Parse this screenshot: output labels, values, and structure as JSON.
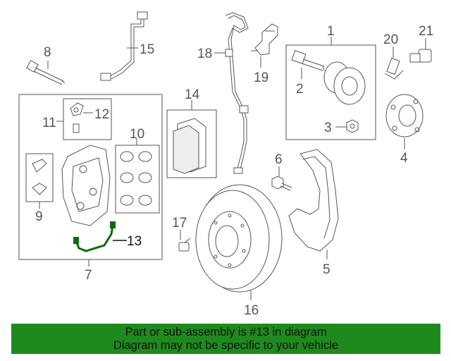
{
  "diagram": {
    "callouts": {
      "c1": "1",
      "c2": "2",
      "c3": "3",
      "c4": "4",
      "c5": "5",
      "c6": "6",
      "c7": "7",
      "c8": "8",
      "c9": "9",
      "c10": "10",
      "c11": "11",
      "c12": "12",
      "c13": "13",
      "c14": "14",
      "c15": "15",
      "c16": "16",
      "c17": "17",
      "c18": "18",
      "c19": "19",
      "c20": "20",
      "c21": "21"
    },
    "highlight_color": "#0d6b0d"
  },
  "banner": {
    "line1": "Part or sub-assembly is #13 in diagram",
    "line2": "Diagram may not be specific to your vehicle",
    "bg_color": "#1e8a1e"
  }
}
